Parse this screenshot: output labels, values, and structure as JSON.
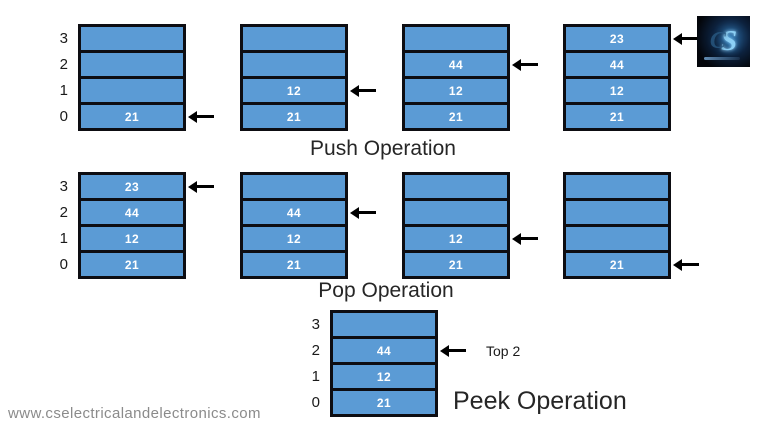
{
  "colors": {
    "cell_fill": "#5b9bd5",
    "cell_border": "#0d0d12",
    "cell_text": "#ffffff",
    "arrow": "#000000",
    "title_text": "#262626",
    "label_text": "#1a1a1a",
    "url_text": "#8b8b8b",
    "logo_bg": "#03050a"
  },
  "footer": {
    "url": "www.cselectricalandelectronics.com"
  },
  "logo": {
    "letter_c": "C",
    "letter_s": "S"
  },
  "sections": [
    {
      "title": "Push Operation",
      "stacks": [
        {
          "index_labels": [
            "3",
            "2",
            "1",
            "0"
          ],
          "cells": [
            "",
            "",
            "",
            "21"
          ],
          "arrow_index": 3
        },
        {
          "cells": [
            "",
            "",
            "12",
            "21"
          ],
          "arrow_index": 2
        },
        {
          "cells": [
            "",
            "44",
            "12",
            "21"
          ],
          "arrow_index": 1
        },
        {
          "cells": [
            "23",
            "44",
            "12",
            "21"
          ],
          "arrow_index": 0
        }
      ]
    },
    {
      "title": "Pop Operation",
      "stacks": [
        {
          "index_labels": [
            "3",
            "2",
            "1",
            "0"
          ],
          "cells": [
            "23",
            "44",
            "12",
            "21"
          ],
          "arrow_index": 0
        },
        {
          "cells": [
            "",
            "44",
            "12",
            "21"
          ],
          "arrow_index": 1
        },
        {
          "cells": [
            "",
            "",
            "12",
            "21"
          ],
          "arrow_index": 2
        },
        {
          "cells": [
            "",
            "",
            "",
            "21"
          ],
          "arrow_index": 3
        }
      ]
    },
    {
      "title": "Peek Operation",
      "stacks": [
        {
          "index_labels": [
            "3",
            "2",
            "1",
            "0"
          ],
          "cells": [
            "",
            "44",
            "12",
            "21"
          ],
          "arrow_index": 1,
          "arrow_label": "Top 2"
        }
      ]
    }
  ]
}
